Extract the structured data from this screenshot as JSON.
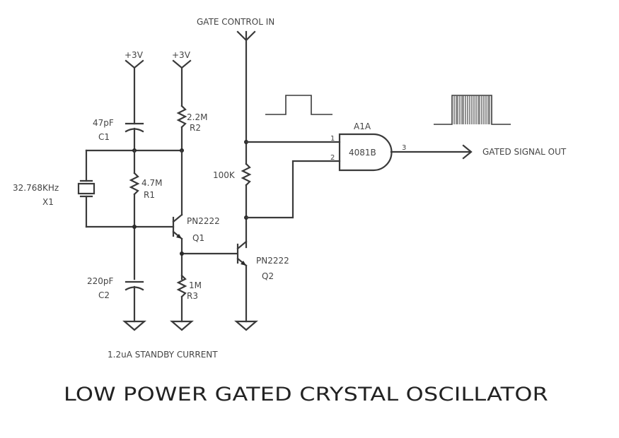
{
  "title": "LOW POWER GATED CRYSTAL OSCILLATOR",
  "annotation": "1.2uA STANDBY CURRENT",
  "supplies": [
    "+3V",
    "+3V"
  ],
  "inputs": {
    "gate_control": "GATE CONTROL IN"
  },
  "outputs": {
    "gated_signal": "GATED SIGNAL OUT"
  },
  "components": {
    "C1": {
      "ref": "C1",
      "value": "47pF"
    },
    "C2": {
      "ref": "C2",
      "value": "220pF"
    },
    "R1": {
      "ref": "R1",
      "value": "4.7M"
    },
    "R2": {
      "ref": "R2",
      "value": "2.2M"
    },
    "R3": {
      "ref": "R3",
      "value": "1M"
    },
    "R4": {
      "value": "100K"
    },
    "X1": {
      "ref": "X1",
      "value": "32.768KHz"
    },
    "Q1": {
      "ref": "Q1",
      "value": "PN2222"
    },
    "Q2": {
      "ref": "Q2",
      "value": "PN2222"
    },
    "A1A": {
      "ref": "A1A",
      "value": "4081B",
      "pins": [
        "1",
        "2",
        "3"
      ]
    }
  },
  "colors": {
    "wire": "#3a3a3a",
    "text": "#444444",
    "background": "#ffffff"
  }
}
